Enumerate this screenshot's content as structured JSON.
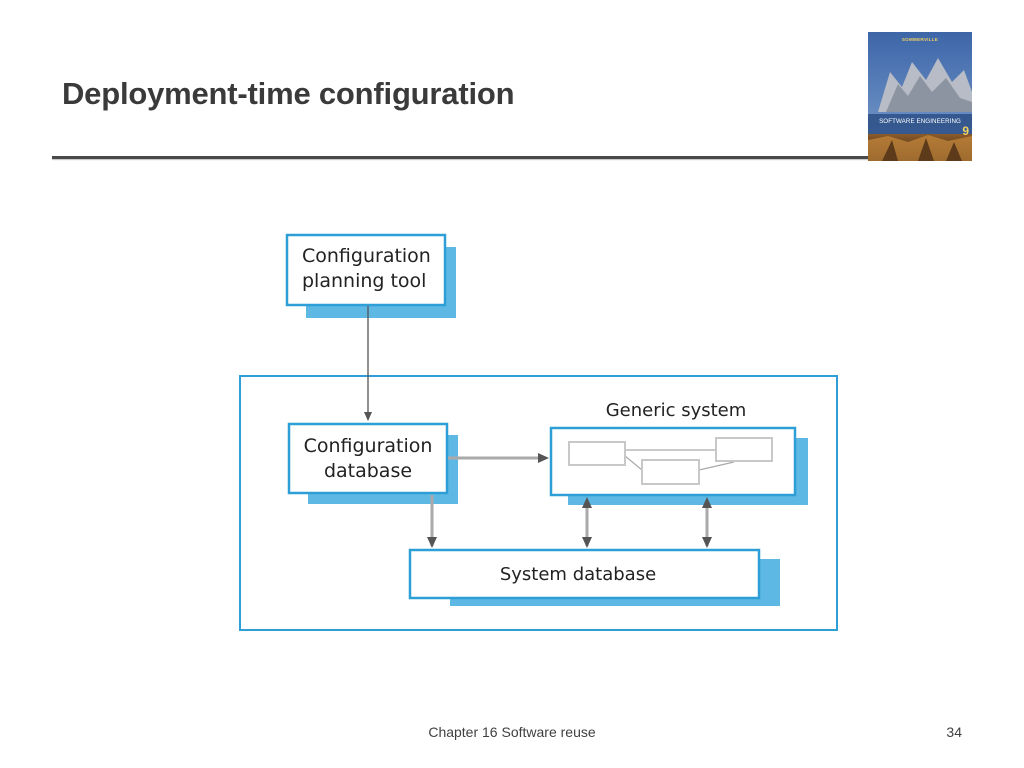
{
  "slide": {
    "title": "Deployment-time configuration"
  },
  "book_cover": {
    "author": "SOMMERVILLE",
    "title": "SOFTWARE ENGINEERING",
    "edition": "9"
  },
  "diagram": {
    "nodes": {
      "planning_tool": [
        "Configuration",
        "planning tool"
      ],
      "config_db": [
        "Configuration",
        "database"
      ],
      "generic_system_label": "Generic system",
      "system_db": "System database"
    },
    "colors": {
      "box_border": "#2e9fd6",
      "box_shadow": "#5db8e4",
      "frame_border": "#2e9fd6",
      "inner_component": "#c8c8c8",
      "connector": "#555555"
    }
  },
  "footer": {
    "chapter": "Chapter 16 Software reuse",
    "page": "34"
  }
}
